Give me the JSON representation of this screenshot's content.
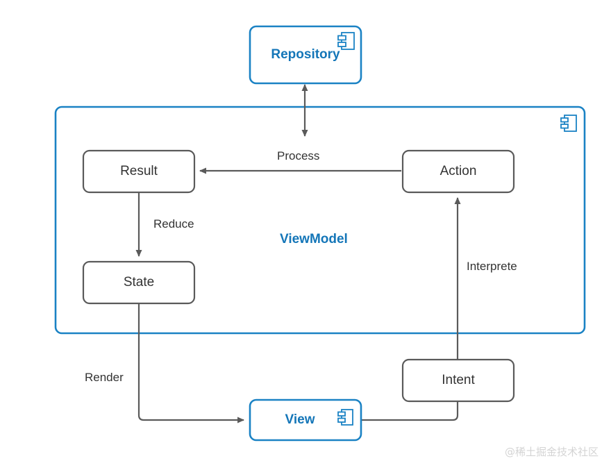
{
  "diagram": {
    "title_watermark": "@稀土掘金技术社区",
    "colors": {
      "component_stroke": "#1a82c4",
      "component_text": "#1476b8",
      "node_stroke": "#5a5a5a",
      "node_text": "#333333",
      "edge_stroke": "#5a5a5a",
      "background": "#ffffff",
      "watermark": "#d4d4d4"
    },
    "container": {
      "label": "ViewModel",
      "icon": "uml-component-icon"
    },
    "nodes": [
      {
        "id": "repository",
        "label": "Repository",
        "kind": "component",
        "icon": "uml-component-icon"
      },
      {
        "id": "result",
        "label": "Result",
        "kind": "plain"
      },
      {
        "id": "action",
        "label": "Action",
        "kind": "plain"
      },
      {
        "id": "state",
        "label": "State",
        "kind": "plain"
      },
      {
        "id": "intent",
        "label": "Intent",
        "kind": "plain"
      },
      {
        "id": "view",
        "label": "View",
        "kind": "component",
        "icon": "uml-component-icon"
      }
    ],
    "edges": [
      {
        "id": "repo-viewmodel",
        "label": "",
        "from": "repository",
        "to": "viewmodel",
        "arrow": "both"
      },
      {
        "id": "process",
        "label": "Process",
        "from": "action",
        "to": "result",
        "arrow": "end"
      },
      {
        "id": "reduce",
        "label": "Reduce",
        "from": "result",
        "to": "state",
        "arrow": "end"
      },
      {
        "id": "render",
        "label": "Render",
        "from": "state",
        "to": "view",
        "arrow": "end"
      },
      {
        "id": "interprete",
        "label": "Interprete",
        "from": "intent",
        "to": "action",
        "arrow": "end"
      },
      {
        "id": "view-intent",
        "label": "",
        "from": "view",
        "to": "intent",
        "arrow": "none"
      }
    ]
  }
}
